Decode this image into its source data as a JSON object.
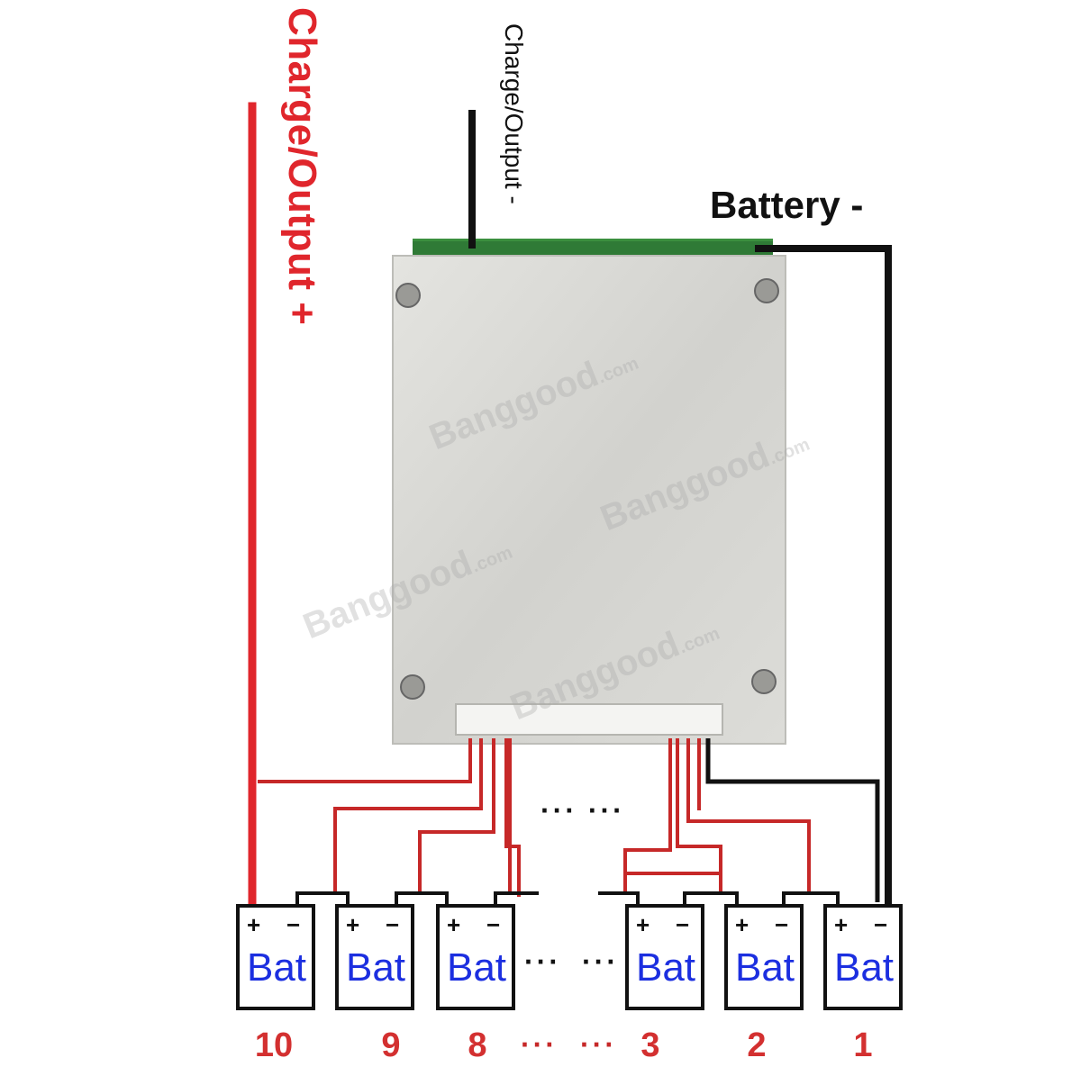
{
  "labels": {
    "charge_output_positive": "Charge/Output +",
    "charge_output_negative": "Charge/Output -",
    "battery_negative": "Battery -"
  },
  "board": {
    "watermark": "Banggood",
    "watermark_domain": ".com"
  },
  "cells": [
    {
      "number": "10",
      "label": "Bat",
      "plus": "+",
      "minus": "−"
    },
    {
      "number": "9",
      "label": "Bat",
      "plus": "+",
      "minus": "−"
    },
    {
      "number": "8",
      "label": "Bat",
      "plus": "+",
      "minus": "−"
    },
    {
      "number": "3",
      "label": "Bat",
      "plus": "+",
      "minus": "−"
    },
    {
      "number": "2",
      "label": "Bat",
      "plus": "+",
      "minus": "−"
    },
    {
      "number": "1",
      "label": "Bat",
      "plus": "+",
      "minus": "−"
    }
  ],
  "ellipsis": "···",
  "ellipsis_wires": "···   ···",
  "colors": {
    "positive_wire": "#e0262c",
    "negative_wire": "#111111",
    "balance_wire": "#c62828",
    "battery_text": "#1c2fe0",
    "cell_numbers": "#d33030",
    "pcb": "#2f8a3a",
    "heatsink": "#d6d6d2"
  }
}
